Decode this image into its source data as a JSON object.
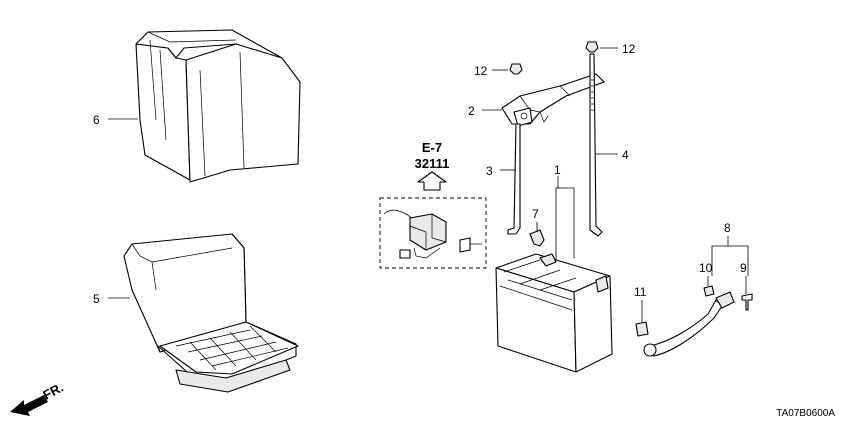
{
  "callouts": {
    "c1": "1",
    "c2": "2",
    "c3": "3",
    "c4": "4",
    "c5": "5",
    "c6": "6",
    "c7": "7",
    "c8": "8",
    "c9": "9",
    "c10": "10",
    "c11": "11",
    "c12a": "12",
    "c12b": "12"
  },
  "reference": {
    "section": "E-7",
    "part_number": "32111"
  },
  "direction_label": "FR.",
  "diagram_code": "TA07B0600A"
}
